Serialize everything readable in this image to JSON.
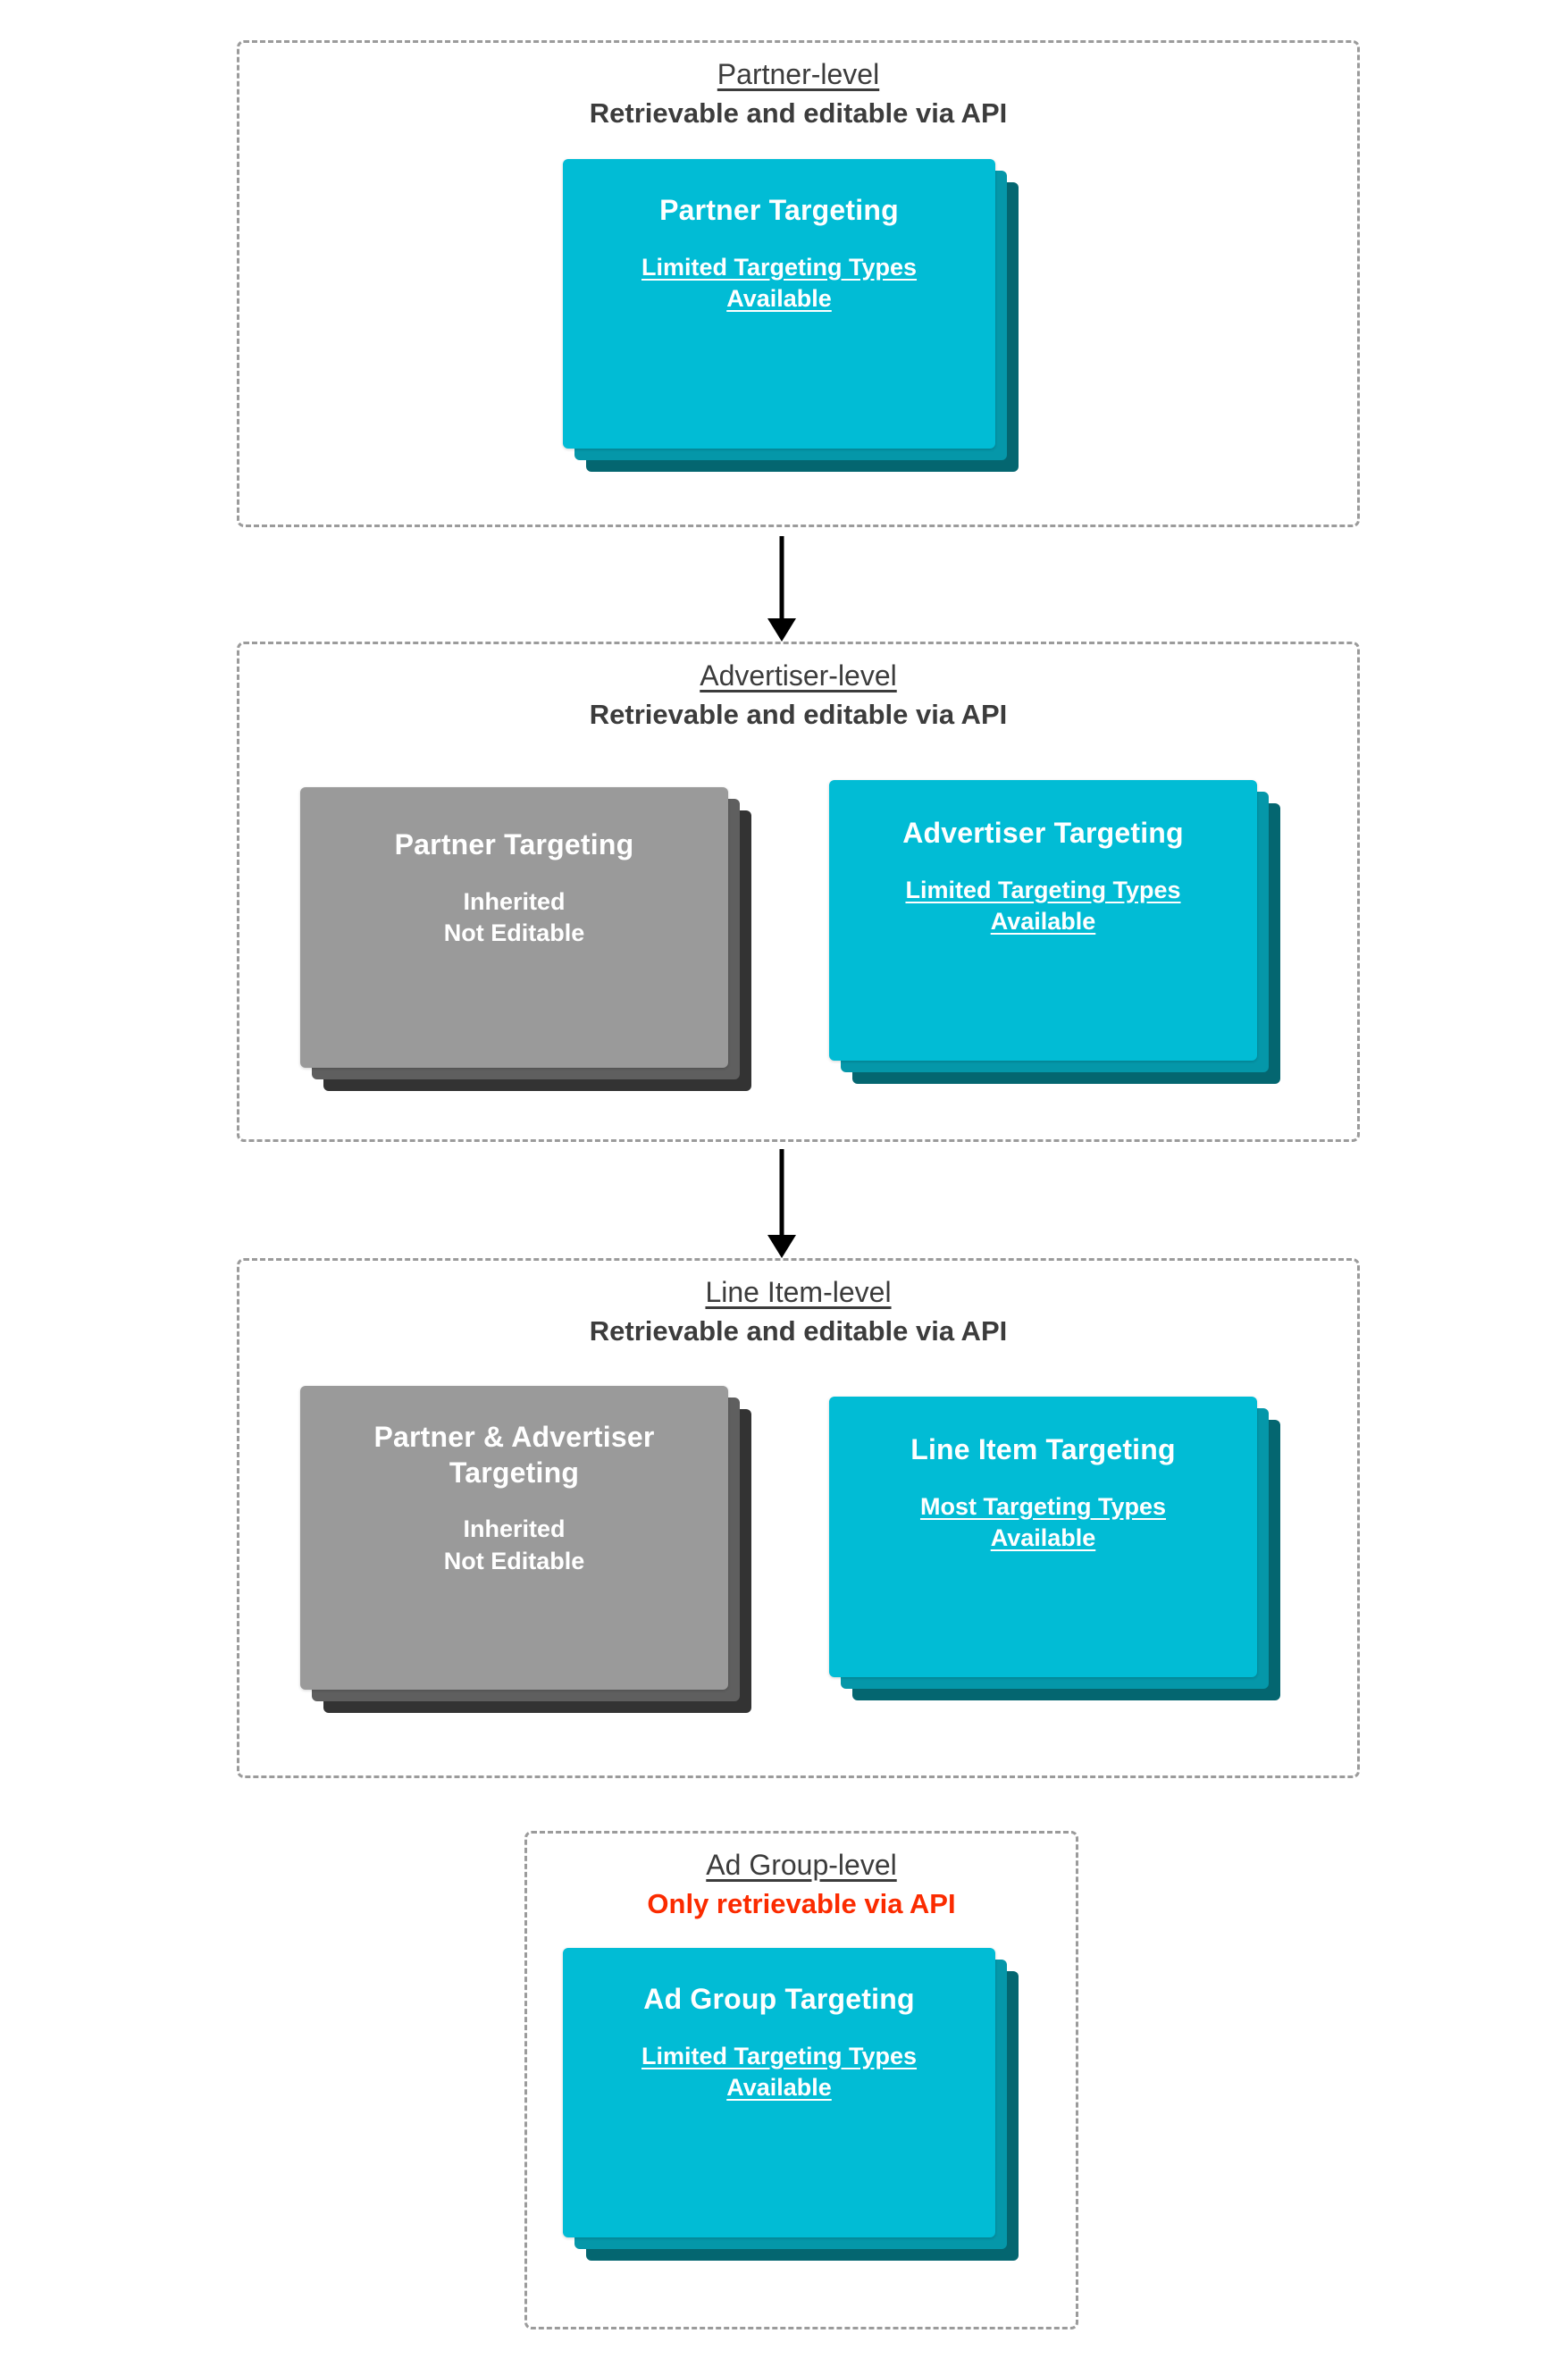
{
  "diagram": {
    "type": "hierarchy-flow",
    "title_implicit": "Targeting inheritance across DV360 levels",
    "accent_cyan": "#01bcd5",
    "accent_cyan_mid": "#0597a9",
    "accent_cyan_back": "#046670",
    "gray_front": "#9a9a9a",
    "gray_mid": "#5f5f5f",
    "gray_back": "#333333",
    "danger_color": "#fb2b00",
    "text_color": "#3c3c3c",
    "border_color": "#9b9b9b"
  },
  "levels": [
    {
      "id": "partner",
      "title": "Partner-level",
      "subtitle": "Retrievable and editable via API",
      "subtitle_state": "editable",
      "cards": [
        {
          "id": "partner-targeting",
          "variant": "cyan",
          "title": "Partner Targeting",
          "sub_line1": "Limited Targeting Types",
          "sub_line2": "Available",
          "sub_underlined": true
        }
      ]
    },
    {
      "id": "advertiser",
      "title": "Advertiser-level",
      "subtitle": "Retrievable and editable via API",
      "subtitle_state": "editable",
      "cards": [
        {
          "id": "inherited-partner-targeting",
          "variant": "gray",
          "title": "Partner Targeting",
          "sub_line1": "Inherited",
          "sub_line2": "Not Editable",
          "sub_underlined": false
        },
        {
          "id": "advertiser-targeting",
          "variant": "cyan",
          "title": "Advertiser Targeting",
          "sub_line1": "Limited Targeting Types",
          "sub_line2": "Available",
          "sub_underlined": true
        }
      ]
    },
    {
      "id": "line-item",
      "title": "Line Item-level",
      "subtitle": "Retrievable and editable via API",
      "subtitle_state": "editable",
      "cards": [
        {
          "id": "inherited-partner-advertiser-targeting",
          "variant": "gray",
          "title": "Partner & Advertiser Targeting",
          "sub_line1": "Inherited",
          "sub_line2": "Not Editable",
          "sub_underlined": false
        },
        {
          "id": "line-item-targeting",
          "variant": "cyan",
          "title": "Line Item Targeting",
          "sub_line1": "Most Targeting Types",
          "sub_line2": "Available",
          "sub_underlined": true
        }
      ]
    },
    {
      "id": "ad-group",
      "title": "Ad Group-level",
      "subtitle": "Only retrievable via API",
      "subtitle_state": "read-only",
      "cards": [
        {
          "id": "ad-group-targeting",
          "variant": "cyan",
          "title": "Ad Group Targeting",
          "sub_line1": "Limited Targeting Types",
          "sub_line2": "Available",
          "sub_underlined": true
        }
      ]
    }
  ],
  "connectors": [
    {
      "id": "partner-to-advertiser",
      "from": "partner",
      "to": "advertiser",
      "glyph": "down-arrow"
    },
    {
      "id": "advertiser-to-line-item",
      "from": "advertiser",
      "to": "line-item",
      "glyph": "down-arrow"
    }
  ]
}
